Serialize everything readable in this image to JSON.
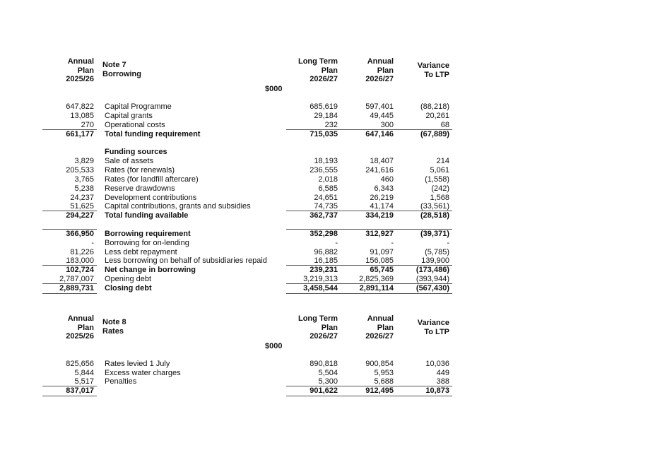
{
  "notes": [
    {
      "headers": {
        "col_a": [
          "Annual",
          "Plan",
          "2025/26"
        ],
        "title": [
          "Note 7",
          "Borrowing"
        ],
        "col_1": [
          "Long Term",
          "Plan",
          "2026/27"
        ],
        "col_2": [
          "Annual",
          "Plan",
          "2026/27"
        ],
        "col_3": [
          "Variance",
          "To LTP"
        ],
        "unit": "$000"
      },
      "rows": [
        {
          "a": "647,822",
          "label": "Capital Programme",
          "v1": "685,619",
          "v2": "597,401",
          "v3": "(88,218)"
        },
        {
          "a": "13,085",
          "label": "Capital grants",
          "v1": "29,184",
          "v2": "49,445",
          "v3": "20,261"
        },
        {
          "a": "270",
          "label": "Operational costs",
          "v1": "232",
          "v2": "300",
          "v3": "68"
        },
        {
          "a": "661,177",
          "label": "Total funding requirement",
          "v1": "715,035",
          "v2": "647,146",
          "v3": "(67,889)",
          "bold": true,
          "rule_above": true
        },
        {
          "blank": true
        },
        {
          "a": "",
          "label": "Funding sources",
          "v1": "",
          "v2": "",
          "v3": "",
          "bold": true
        },
        {
          "a": "3,829",
          "label": "Sale of assets",
          "v1": "18,193",
          "v2": "18,407",
          "v3": "214"
        },
        {
          "a": "205,533",
          "label": "Rates (for renewals)",
          "v1": "236,555",
          "v2": "241,616",
          "v3": "5,061"
        },
        {
          "a": "3,765",
          "label": "Rates (for landfill aftercare)",
          "v1": "2,018",
          "v2": "460",
          "v3": "(1,558)"
        },
        {
          "a": "5,238",
          "label": "Reserve drawdowns",
          "v1": "6,585",
          "v2": "6,343",
          "v3": "(242)"
        },
        {
          "a": "24,237",
          "label": "Development contributions",
          "v1": "24,651",
          "v2": "26,219",
          "v3": "1,568"
        },
        {
          "a": "51,625",
          "label": "Capital contributions, grants and subsidies",
          "v1": "74,735",
          "v2": "41,174",
          "v3": "(33,561)"
        },
        {
          "a": "294,227",
          "label": "Total funding available",
          "v1": "362,737",
          "v2": "334,219",
          "v3": "(28,518)",
          "bold": true,
          "rule_above": true
        },
        {
          "blank": true
        },
        {
          "a": "366,950",
          "label": "Borrowing requirement",
          "v1": "352,298",
          "v2": "312,927",
          "v3": "(39,371)",
          "bold": true,
          "rule_above": true
        },
        {
          "a": "-",
          "label": "Borrowing for on-lending",
          "v1": "-",
          "v2": "-",
          "v3": "-"
        },
        {
          "a": "81,226",
          "label": "Less debt repayment",
          "v1": "96,882",
          "v2": "91,097",
          "v3": "(5,785)"
        },
        {
          "a": "183,000",
          "label": "Less borrowing on behalf of subsidiaries repaid",
          "v1": "16,185",
          "v2": "156,085",
          "v3": "139,900"
        },
        {
          "a": "102,724",
          "label": "Net change in borrowing",
          "v1": "239,231",
          "v2": "65,745",
          "v3": "(173,486)",
          "bold": true,
          "rule_above": true
        },
        {
          "a": "2,787,007",
          "label": "Opening debt",
          "v1": "3,219,313",
          "v2": "2,825,369",
          "v3": "(393,944)"
        },
        {
          "a": "2,889,731",
          "label": "Closing debt",
          "v1": "3,458,544",
          "v2": "2,891,114",
          "v3": "(567,430)",
          "bold": true,
          "rule_above": true,
          "rule_below": true
        }
      ]
    },
    {
      "headers": {
        "col_a": [
          "Annual",
          "Plan",
          "2025/26"
        ],
        "title": [
          "Note 8",
          "Rates"
        ],
        "col_1": [
          "Long Term",
          "Plan",
          "2026/27"
        ],
        "col_2": [
          "Annual",
          "Plan",
          "2026/27"
        ],
        "col_3": [
          "Variance",
          "To LTP"
        ],
        "unit": "$000"
      },
      "rows": [
        {
          "a": "825,656",
          "label": "Rates levied 1 July",
          "v1": "890,818",
          "v2": "900,854",
          "v3": "10,036"
        },
        {
          "a": "5,844",
          "label": "Excess water charges",
          "v1": "5,504",
          "v2": "5,953",
          "v3": "449"
        },
        {
          "a": "5,517",
          "label": "Penalties",
          "v1": "5,300",
          "v2": "5,688",
          "v3": "388"
        },
        {
          "a": "837,017",
          "label": "",
          "v1": "901,622",
          "v2": "912,495",
          "v3": "10,873",
          "bold": true,
          "rule_above": true,
          "rule_below": true
        }
      ]
    }
  ]
}
